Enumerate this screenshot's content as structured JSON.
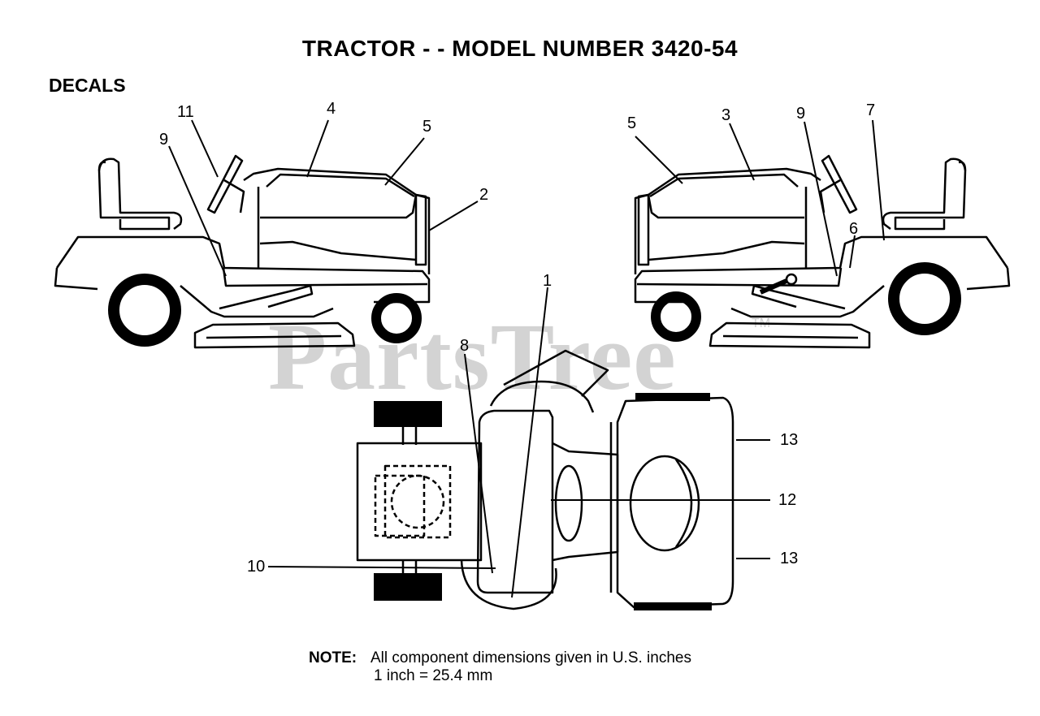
{
  "title": "TRACTOR - - MODEL NUMBER 3420-54",
  "section": "DECALS",
  "watermark": "PartsTree",
  "watermark_tm": "TM",
  "callouts": {
    "left_11": "11",
    "left_4": "4",
    "left_5": "5",
    "left_9": "9",
    "left_2": "2",
    "right_5": "5",
    "right_3": "3",
    "right_9": "9",
    "right_7": "7",
    "right_6": "6",
    "top_1": "1",
    "top_8": "8",
    "top_13a": "13",
    "top_12": "12",
    "top_10": "10",
    "top_13b": "13"
  },
  "note": {
    "label": "NOTE:",
    "line1": "All component dimensions given in U.S. inches",
    "line2": "1 inch = 25.4 mm"
  }
}
